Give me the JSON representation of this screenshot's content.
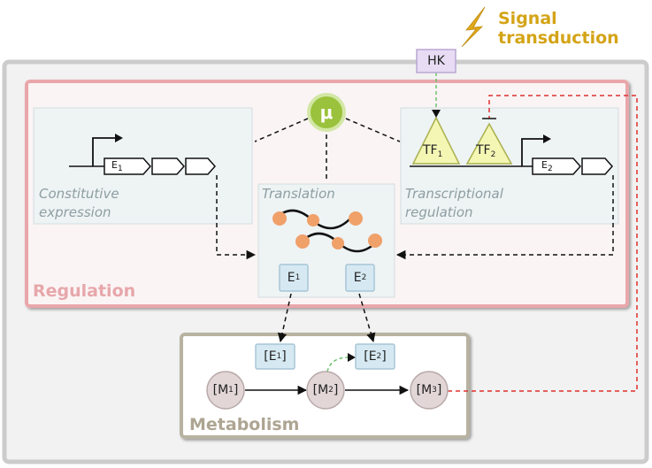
{
  "signal": {
    "line1": "Signal",
    "line2": "transduction"
  },
  "hk": "HK",
  "mu": "μ",
  "sections": {
    "regulation": "Regulation",
    "metabolism": "Metabolism"
  },
  "constitutive": {
    "line1": "Constitutive",
    "line2": "expression",
    "gene": "E",
    "gene_sub": "1"
  },
  "translation": "Translation",
  "transcriptional": {
    "line1": "Transcriptional",
    "line2": "regulation",
    "gene": "E",
    "gene_sub": "2"
  },
  "tf1": {
    "main": "TF",
    "sub": "1"
  },
  "tf2": {
    "main": "TF",
    "sub": "2"
  },
  "enzymes_translation": [
    {
      "main": "E",
      "sub": "1"
    },
    {
      "main": "E",
      "sub": "2"
    }
  ],
  "enzyme_conc": [
    {
      "main": "[E",
      "sub": "1",
      "close": "]"
    },
    {
      "main": "[E",
      "sub": "2",
      "close": "]"
    }
  ],
  "metabolites": [
    {
      "main": "[M",
      "sub": "1",
      "close": "]"
    },
    {
      "main": "[M",
      "sub": "2",
      "close": "]"
    },
    {
      "main": "[M",
      "sub": "3",
      "close": "]"
    }
  ],
  "colors": {
    "outer_bg": "#f2f2f2",
    "regulation_border": "#e9a7ab",
    "metabolism_border": "#b8b2a1",
    "enzyme_box": "#d6e9f2",
    "tf_fill": "#f4f6b4",
    "mu_fill": "#9bc23c",
    "hk_fill": "#e7dcf3",
    "signal_text": "#d4a417",
    "feedback": "#e03030",
    "signal_link": "#6dc46d"
  }
}
